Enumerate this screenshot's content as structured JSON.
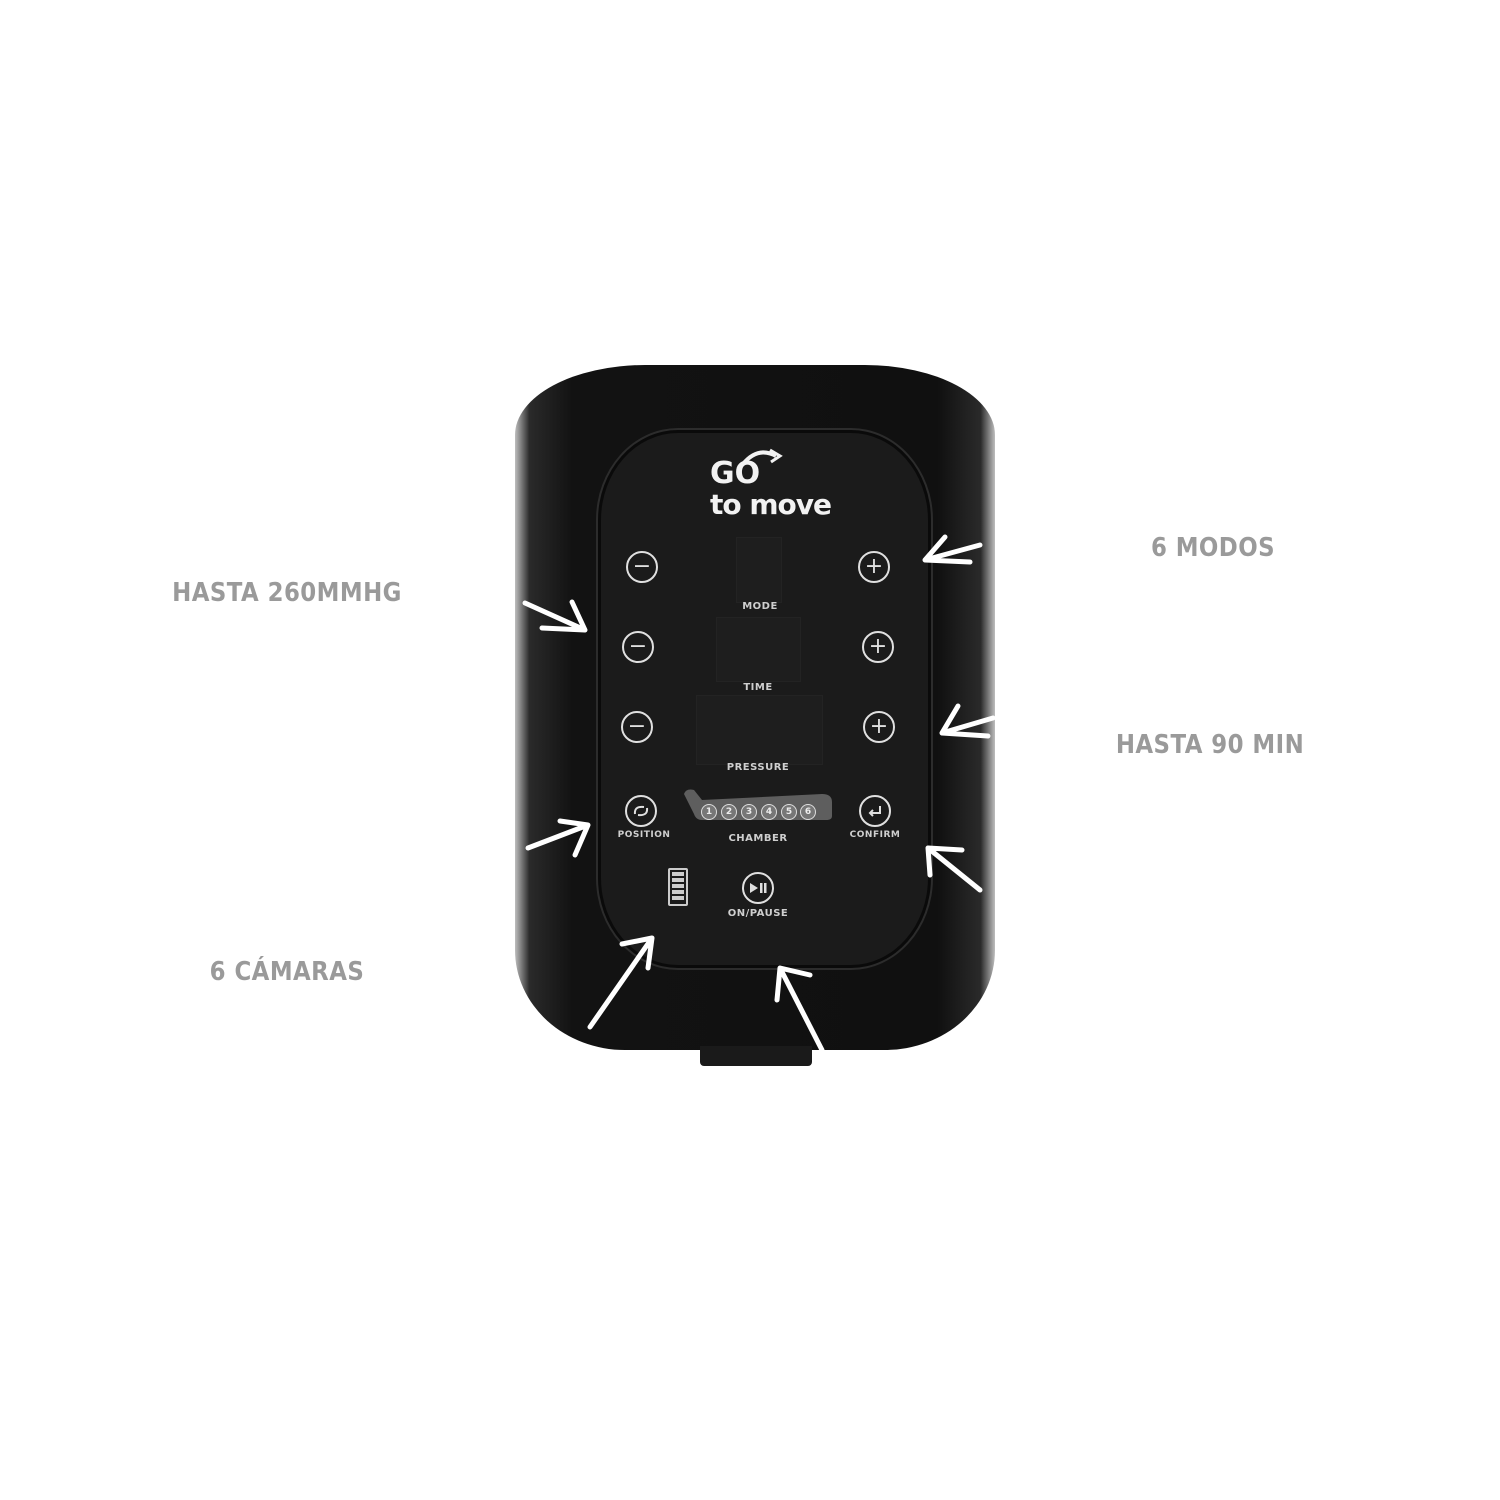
{
  "callouts": {
    "pressure": "HASTA 260MMHG",
    "modes": "6 MODOS",
    "time": "HASTA 90 MIN",
    "chambers": "6 CÁMARAS"
  },
  "device": {
    "logo_top": "GO",
    "logo_bottom": "to move",
    "labels": {
      "mode": "MODE",
      "time": "TIME",
      "pressure": "PRESSURE",
      "position": "POSITION",
      "chamber": "CHAMBER",
      "confirm": "CONFIRM",
      "on_pause": "ON/PAUSE"
    },
    "chamber_numbers": [
      "1",
      "2",
      "3",
      "4",
      "5",
      "6"
    ],
    "minus_symbol": "−",
    "plus_symbol": "+"
  }
}
